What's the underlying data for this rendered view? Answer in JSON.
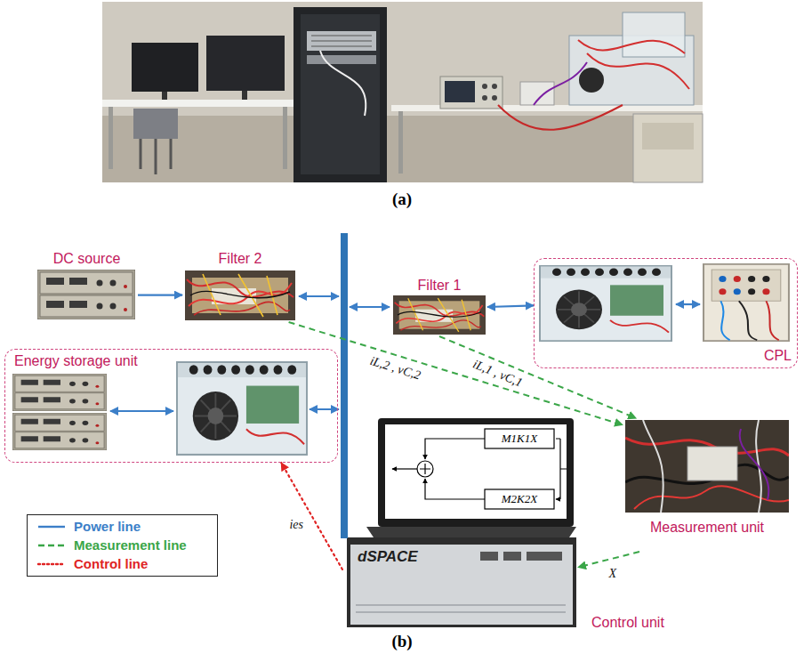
{
  "diagram": {
    "nodes": [
      {
        "text": [
          "DC source"
        ]
      },
      {
        "text": [
          "Filter 2"
        ]
      },
      {
        "text": [
          "Filter 1"
        ]
      },
      {
        "text": [
          "CPL"
        ]
      },
      {
        "text": [
          "Energy storage unit"
        ]
      },
      {
        "text": [
          "Measurement unit"
        ]
      },
      {
        "text": [
          "Control unit"
        ]
      }
    ],
    "edges": [
      {
        "from": 0,
        "to": 1,
        "arrow": "to"
      },
      {
        "from": 2,
        "to": 3,
        "arrow": "both"
      },
      {
        "from": 1,
        "to": 5,
        "label": "iL,2 , vC,2",
        "arrow": "to"
      },
      {
        "from": 2,
        "to": 5,
        "label": "iL,1 , vC,1",
        "arrow": "to"
      },
      {
        "from": 5,
        "to": 6,
        "label": "X",
        "arrow": "to"
      },
      {
        "from": 6,
        "to": 4,
        "label": "ies",
        "arrow": "to"
      }
    ],
    "labels": [
      "(a)",
      "(b)",
      "M1K1X",
      "M2K2X",
      "dSPACE"
    ],
    "legend": [
      {
        "text": "Power line"
      },
      {
        "text": "Measurement line"
      },
      {
        "text": "Control line"
      }
    ]
  }
}
